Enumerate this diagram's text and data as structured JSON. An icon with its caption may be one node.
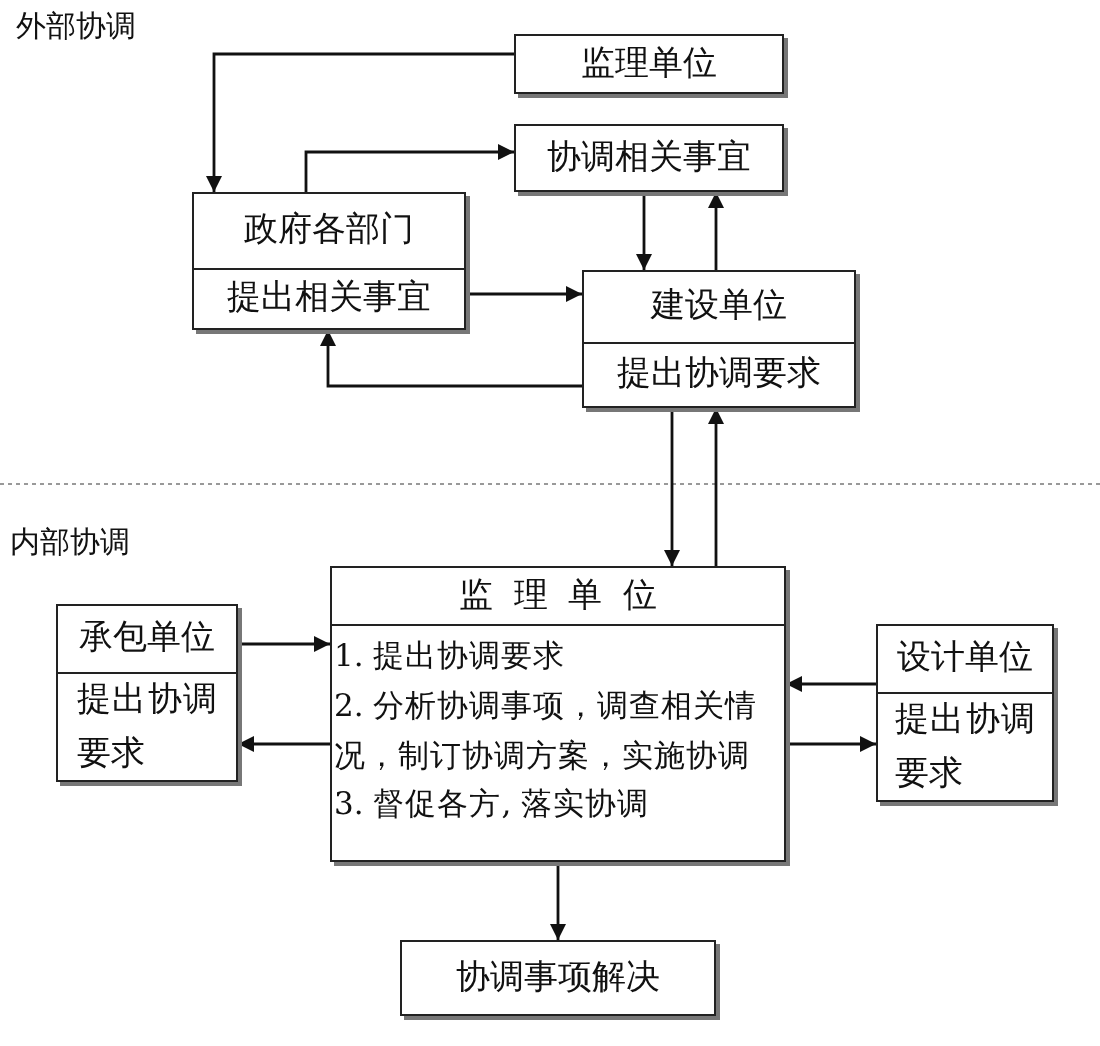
{
  "diagram": {
    "nodes": [
      {
        "text": [
          "监理单位"
        ]
      },
      {
        "text": [
          "协调相关事宜"
        ]
      },
      {
        "text": [
          "政府各部门",
          "提出相关事宜"
        ]
      },
      {
        "text": [
          "建设单位",
          "提出协调要求"
        ]
      },
      {
        "text": [
          "监理单位",
          "1. 提出协调要求",
          "2. 分析协调事项，调查相关情况，制订协调方案，实施协调",
          "3. 督促各方, 落实协调"
        ]
      },
      {
        "text": [
          "承包单位",
          "提出协调要求"
        ]
      },
      {
        "text": [
          "设计单位",
          "提出协调要求"
        ]
      },
      {
        "text": [
          "协调事项解决"
        ]
      }
    ],
    "edges": [
      {
        "from": 0,
        "to": 2,
        "arrow": "to"
      },
      {
        "from": 2,
        "to": 1,
        "arrow": "to"
      },
      {
        "from": 1,
        "to": 3,
        "arrow": "to"
      },
      {
        "from": 3,
        "to": 1,
        "arrow": "to"
      },
      {
        "from": 2,
        "to": 3,
        "arrow": "to"
      },
      {
        "from": 3,
        "to": 2,
        "arrow": "to"
      },
      {
        "from": 3,
        "to": 4,
        "arrow": "to"
      },
      {
        "from": 4,
        "to": 3,
        "arrow": "to"
      },
      {
        "from": 5,
        "to": 4,
        "arrow": "to"
      },
      {
        "from": 4,
        "to": 5,
        "arrow": "to"
      },
      {
        "from": 6,
        "to": 4,
        "arrow": "to"
      },
      {
        "from": 4,
        "to": 6,
        "arrow": "to"
      },
      {
        "from": 4,
        "to": 7,
        "arrow": "to"
      }
    ],
    "labels": [
      "外部协调",
      "内部协调"
    ]
  }
}
